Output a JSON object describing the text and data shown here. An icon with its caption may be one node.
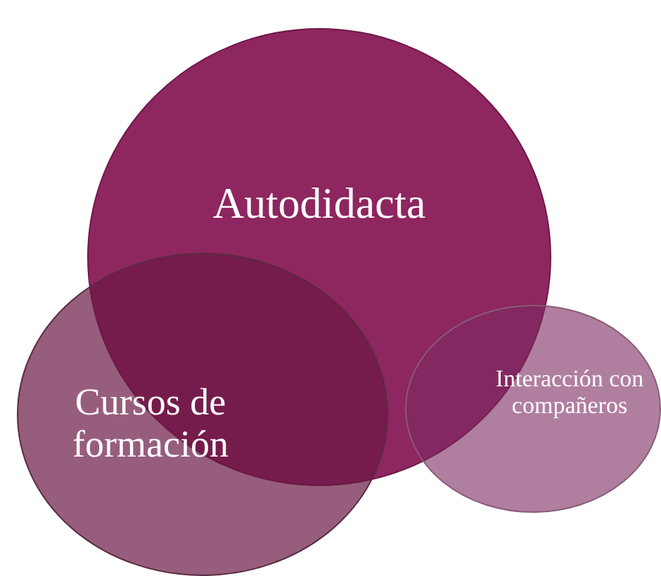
{
  "diagram": {
    "nodes": [
      {
        "text": [
          "Autodidacta"
        ]
      },
      {
        "text": [
          "Cursos de formación"
        ]
      },
      {
        "text": [
          "Interacción con compañeros"
        ]
      }
    ]
  }
}
